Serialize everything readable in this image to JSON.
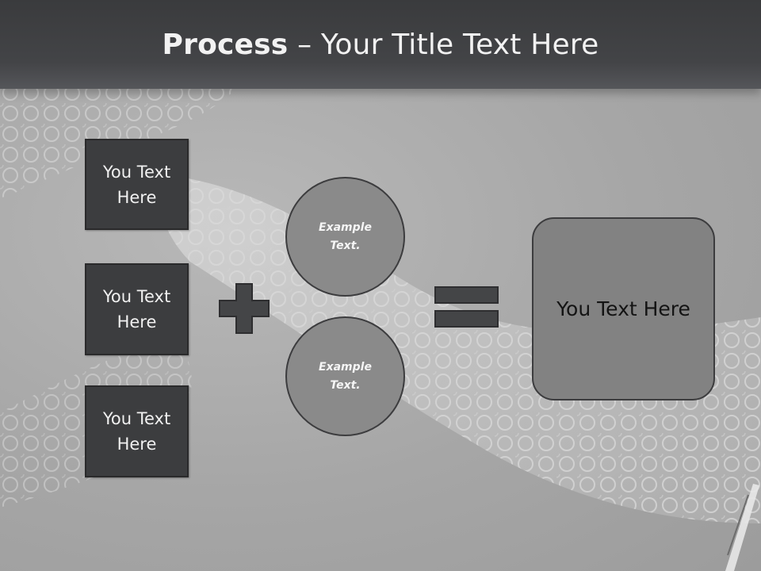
{
  "title": {
    "bold": "Process",
    "rest": " – Your Title Text Here"
  },
  "left_boxes": [
    {
      "label": "You Text\nHere"
    },
    {
      "label": "You Text\nHere"
    },
    {
      "label": "You Text\nHere"
    }
  ],
  "operators": {
    "plus": "plus-icon",
    "equals": "equals-icon"
  },
  "circles": [
    {
      "label": "Example\nText."
    },
    {
      "label": "Example\nText."
    }
  ],
  "result": {
    "label": "You Text Here"
  },
  "colors": {
    "title_bar": "#3f4042",
    "box_fill": "#3c3d3f",
    "circle_fill": "#8a8a8a",
    "result_fill": "#828282",
    "operator_fill": "#444547"
  }
}
